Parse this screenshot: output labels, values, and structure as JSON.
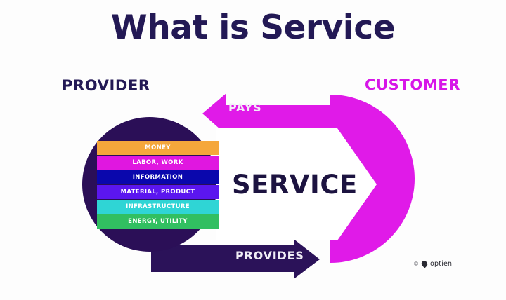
{
  "page": {
    "title": "What is Service",
    "background_color": "#fdfdfd"
  },
  "headings": {
    "provider": "PROVIDER",
    "customer": "CUSTOMER",
    "provider_color": "#231955",
    "customer_color": "#d716e8"
  },
  "center": {
    "service_label": "SERVICE",
    "service_color": "#1c1340",
    "banner_color": "#ffffff"
  },
  "arrows": {
    "pays": {
      "label": "PAYS",
      "direction": "left",
      "color": "#e01ae8",
      "text_color": "#f1eef6"
    },
    "provides": {
      "label": "PROVIDES",
      "direction": "right",
      "color": "#2b1259",
      "text_color": "#f1eef6"
    }
  },
  "provider_circle": {
    "color": "#2b0f57"
  },
  "customer_circle": {
    "color": "#e01ae8"
  },
  "resources": [
    {
      "label": "MONEY",
      "color": "#f5a73b"
    },
    {
      "label": "LABOR, WORK",
      "color": "#e017e0"
    },
    {
      "label": "INFORMATION",
      "color": "#0a07ad"
    },
    {
      "label": "MATERIAL, PRODUCT",
      "color": "#5b16ef"
    },
    {
      "label": "INFRASTRUCTURE",
      "color": "#2fd5d5"
    },
    {
      "label": "ENERGY, UTILITY",
      "color": "#31bf61"
    }
  ],
  "logo": {
    "copyright": "©",
    "wordmark": "optien"
  }
}
